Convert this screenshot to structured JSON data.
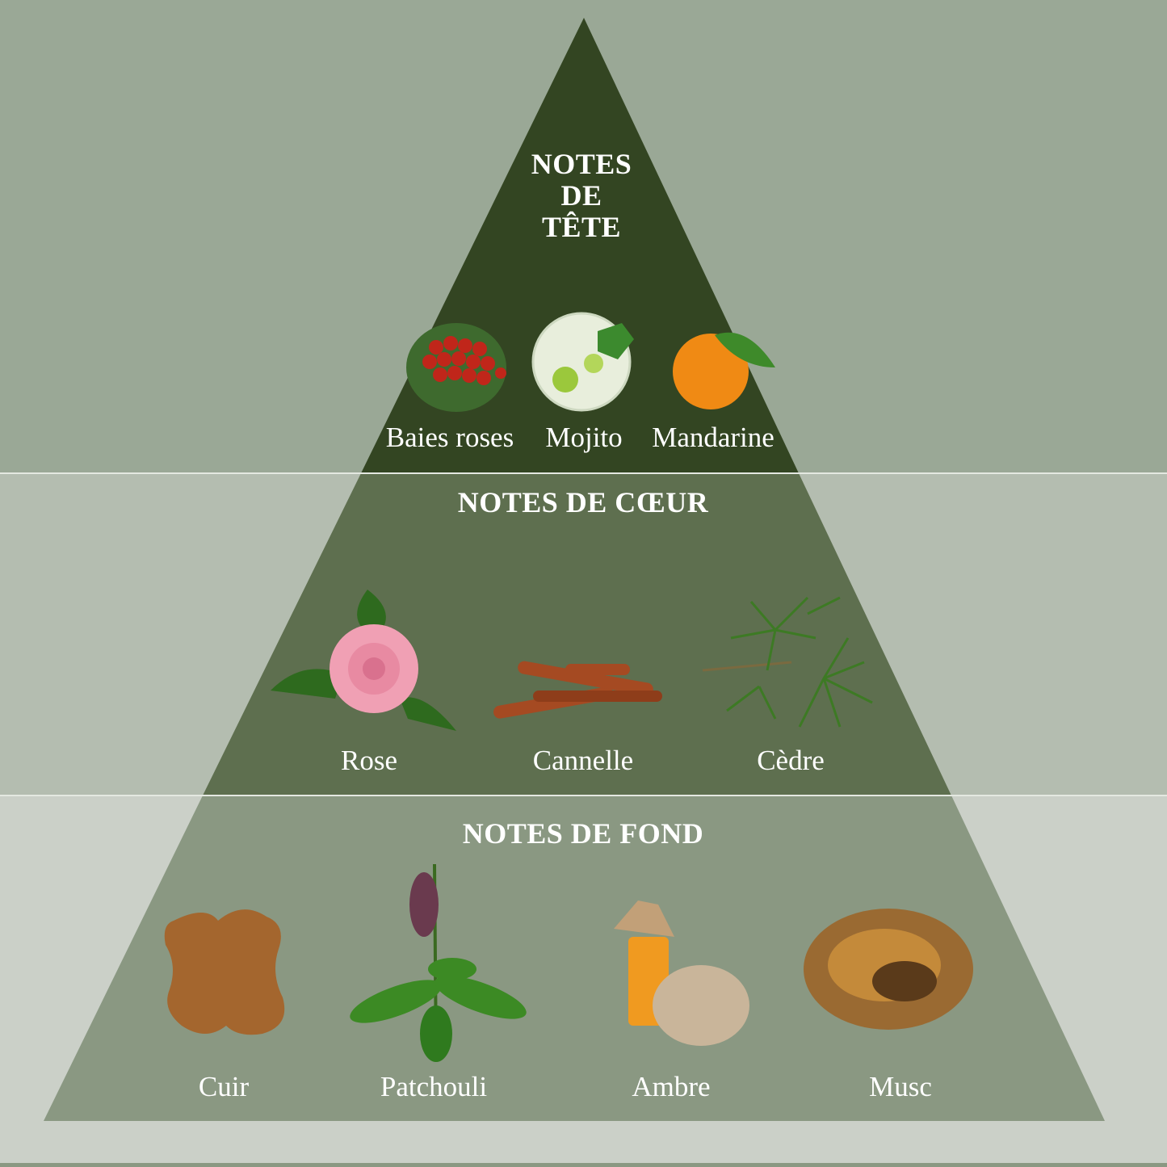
{
  "colors": {
    "top_bg": "#9aa896",
    "top_tri": "#334522",
    "mid_bg": "#b4bdb0",
    "mid_tri": "#5e6f4f",
    "bot_bg": "#cbd0c8",
    "bot_tri": "#8a9882"
  },
  "tiers": [
    {
      "title_lines": [
        "NOTES",
        "DE",
        "TÊTE"
      ],
      "notes": [
        {
          "label": "Baies roses",
          "icon": "pink-berries-icon"
        },
        {
          "label": "Mojito",
          "icon": "mojito-icon"
        },
        {
          "label": "Mandarine",
          "icon": "mandarin-icon"
        }
      ]
    },
    {
      "title": "NOTES DE CŒUR",
      "notes": [
        {
          "label": "Rose",
          "icon": "rose-icon"
        },
        {
          "label": "Cannelle",
          "icon": "cinnamon-icon"
        },
        {
          "label": "Cèdre",
          "icon": "cedar-icon"
        }
      ]
    },
    {
      "title": "NOTES DE FOND",
      "notes": [
        {
          "label": "Cuir",
          "icon": "leather-icon"
        },
        {
          "label": "Patchouli",
          "icon": "patchouli-icon"
        },
        {
          "label": "Ambre",
          "icon": "amber-icon"
        },
        {
          "label": "Musc",
          "icon": "musk-icon"
        }
      ]
    }
  ]
}
